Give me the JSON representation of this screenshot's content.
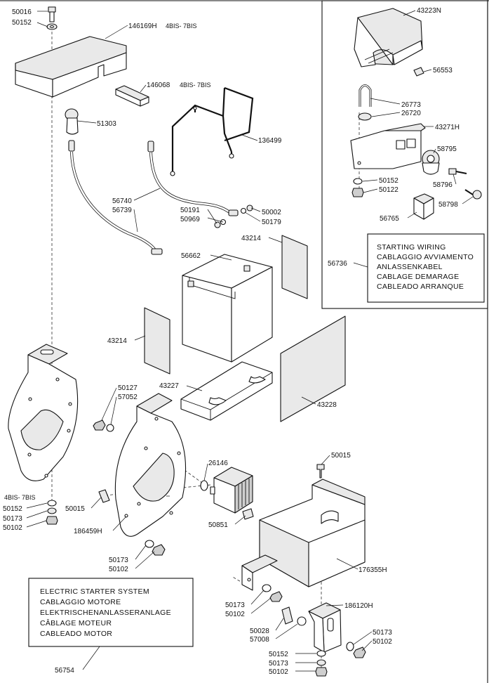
{
  "parts": {
    "p50016": "50016",
    "p50152a": "50152",
    "p146169h": "146169H",
    "bis_a": "4BIS- 7BIS",
    "p146068": "146068",
    "bis_b": "4BIS- 7BIS",
    "p51303": "51303",
    "p136499": "136499",
    "p56740": "56740",
    "p56739": "56739",
    "p50191": "50191",
    "p50969": "50969",
    "p50002": "50002",
    "p50179": "50179",
    "p43214a": "43214",
    "p56662": "56662",
    "p43214b": "43214",
    "p43227": "43227",
    "p43228": "43228",
    "p50127": "50127",
    "p57052": "57052",
    "bis_c": "4BIS- 7BIS",
    "p50152b": "50152",
    "p50173a": "50173",
    "p50102a": "50102",
    "p50015a": "50015",
    "p26146": "26146",
    "p50015b": "50015",
    "p186459h": "186459H",
    "p50851": "50851",
    "p50173b": "50173",
    "p50102b": "50102",
    "p176355h": "176355H",
    "p50173c": "50173",
    "p50102c": "50102",
    "p186120h": "186120H",
    "p50028": "50028",
    "p57008": "57008",
    "p50173d": "50173",
    "p50102d": "50102",
    "p50152c": "50152",
    "p50173e": "50173",
    "p50102e": "50102",
    "p56754": "56754",
    "p43223n": "43223N",
    "p56553": "56553",
    "p26773": "26773",
    "p26720": "26720",
    "p43271h": "43271H",
    "p58795": "58795",
    "p50152d": "50152",
    "p50122": "50122",
    "p58796": "58796",
    "p58798": "58798",
    "p56765": "56765",
    "p56736": "56736"
  },
  "starting_box": {
    "lines": [
      "STARTING  WIRING",
      "CABLAGGIO  AVVIAMENTO",
      "ANLASSENKABEL",
      "CABLAGE  DEMARAGE",
      "CABLEADO  ARRANQUE"
    ]
  },
  "electric_box": {
    "lines": [
      "ELECTRIC  STARTER  SYSTEM",
      "CABLAGGIO  MOTORE",
      "ELEKTRISCHENANLASSERANLAGE",
      "CÂBLAGE  MOTEUR",
      "CABLEADO  MOTOR"
    ]
  }
}
